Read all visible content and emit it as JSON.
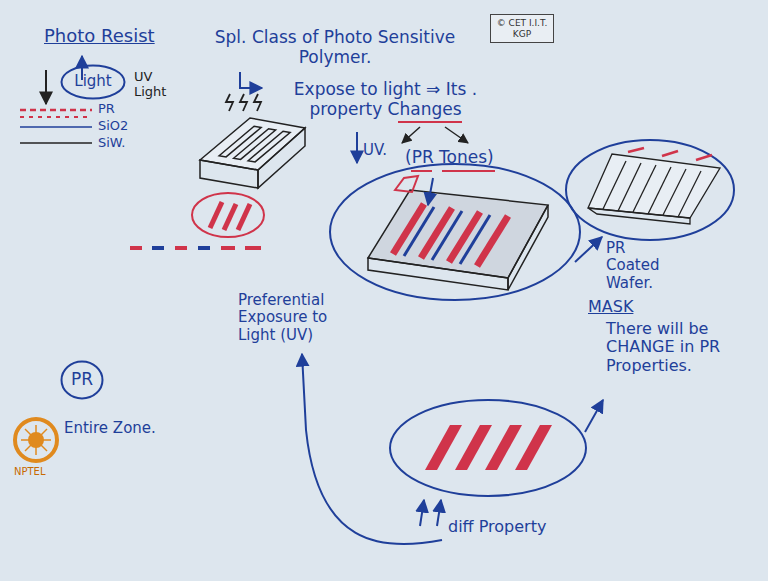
{
  "diagram": {
    "nodes": [
      {
        "text": [
          "© CET I.I.T. KGP"
        ]
      },
      {
        "text": [
          "Light"
        ]
      },
      {
        "text": [
          "PR"
        ]
      }
    ],
    "labels": [
      "Photo Resist",
      "Spl. Class of Photo Sensitive Polymer.",
      "UV Light",
      "Expose to light ⇒ Its . property Changes",
      "UV.",
      "(PR Tones)",
      "PR",
      "SiO2",
      "SiW.",
      "Preferential Exposure to Light (UV)",
      "PR Coated Wafer.",
      "MASK",
      "There will be CHANGE in PR Properties.",
      "Entire Zone.",
      "diff Property",
      "NPTEL"
    ]
  }
}
